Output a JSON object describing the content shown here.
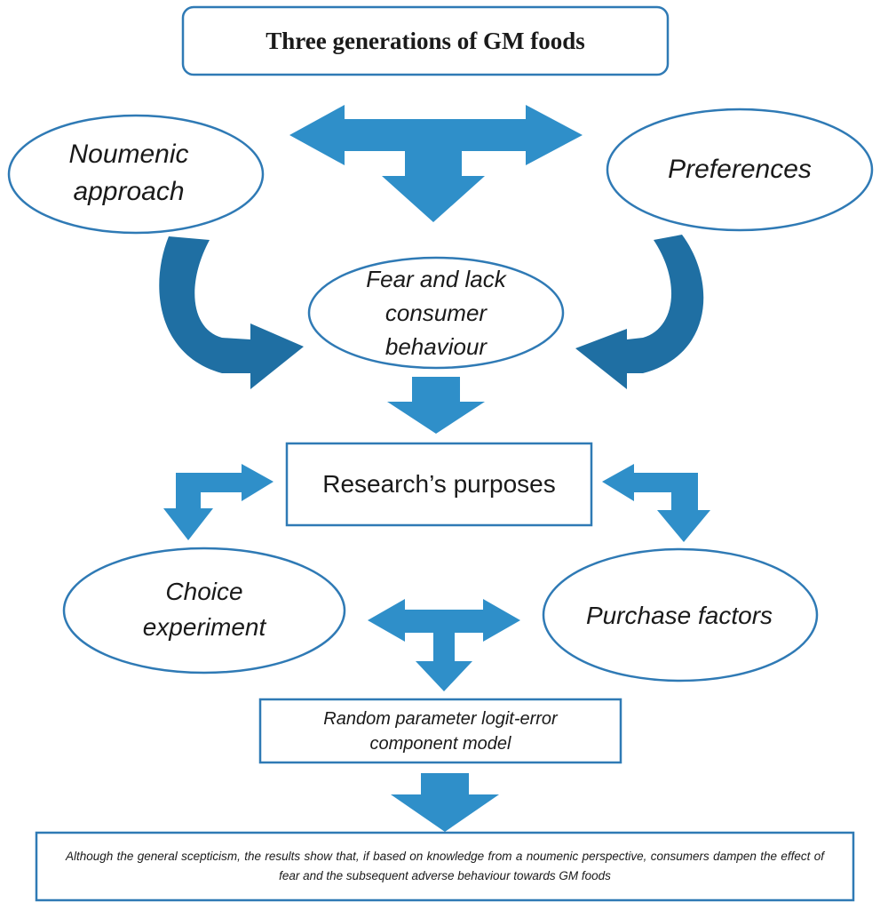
{
  "colors": {
    "arrow": "#2f8fc9",
    "arrow_dark": "#1f6fa3",
    "border": "#2f7ab5",
    "text": "#1a1a1a"
  },
  "nodes": {
    "title": "Three generations of GM foods",
    "noumenic": "Noumenic approach",
    "preferences": "Preferences",
    "fear": "Fear and lack consumer behaviour",
    "research": "Research’s purposes",
    "choice": "Choice experiment",
    "purchase": "Purchase factors",
    "model": "Random parameter logit-error component model",
    "conclusion": "Although the general scepticism, the results show that, if based on knowledge from a noumenic perspective, consumers dampen the effect of fear and the subsequent adverse behaviour towards GM foods"
  }
}
